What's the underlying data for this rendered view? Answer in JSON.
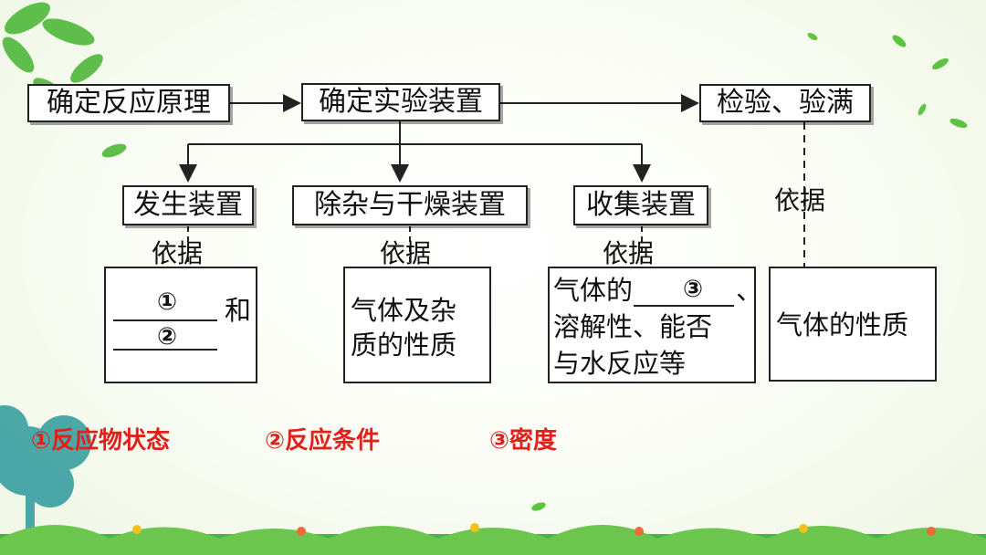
{
  "flow": {
    "step1": "确定反应原理",
    "step2": "确定实验装置",
    "step3": "检验、验满"
  },
  "devices": {
    "generate": "发生装置",
    "purify": "除杂与干燥装置",
    "collect": "收集装置"
  },
  "basis_label": "依据",
  "details": {
    "generate": {
      "blank1": "①",
      "blank2": "②",
      "and": "和"
    },
    "purify": {
      "line1": "气体及杂",
      "line2": "质的性质"
    },
    "collect": {
      "line1_prefix": "气体的",
      "blank3": "③",
      "line1_suffix": "、",
      "line2": "溶解性、能否",
      "line3": "与水反应等"
    },
    "check": {
      "text": "气体的性质"
    }
  },
  "answers": {
    "a1": "①反应物状态",
    "a2": "②反应条件",
    "a3": "③密度"
  },
  "colors": {
    "answer": "#e0201a",
    "line": "#222222"
  }
}
